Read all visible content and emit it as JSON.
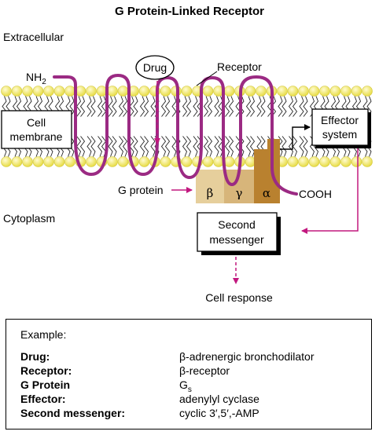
{
  "title": "G Protein-Linked Receptor",
  "labels": {
    "extracellular": "Extracellular",
    "cytoplasm": "Cytoplasm",
    "nh2": "NH",
    "nh2_sub": "2",
    "drug": "Drug",
    "receptor": "Receptor",
    "cell_membrane_line1": "Cell",
    "cell_membrane_line2": "membrane",
    "effector_line1": "Effector",
    "effector_line2": "system",
    "g_protein": "G protein",
    "beta": "β",
    "gamma": "γ",
    "alpha": "α",
    "cooh": "COOH",
    "second_messenger_line1": "Second",
    "second_messenger_line2": "messenger",
    "cell_response": "Cell response"
  },
  "colors": {
    "receptor": "#9b2a83",
    "arrow_magenta": "#c2187f",
    "lipid_head": "#f3eb6e",
    "beta": "#e6cf9c",
    "gamma": "#d7b57a",
    "alpha": "#b9812f"
  },
  "example": {
    "heading": "Example:",
    "rows": [
      {
        "key": "Drug:",
        "value": "β-adrenergic bronchodilator"
      },
      {
        "key": "Receptor:",
        "value": "β-receptor"
      },
      {
        "key": "G Protein",
        "value": "G",
        "sub": "s"
      },
      {
        "key": "Effector:",
        "value": "adenylyl cyclase"
      },
      {
        "key": "Second messenger:",
        "value": "cyclic 3′,5′,-AMP"
      }
    ]
  }
}
